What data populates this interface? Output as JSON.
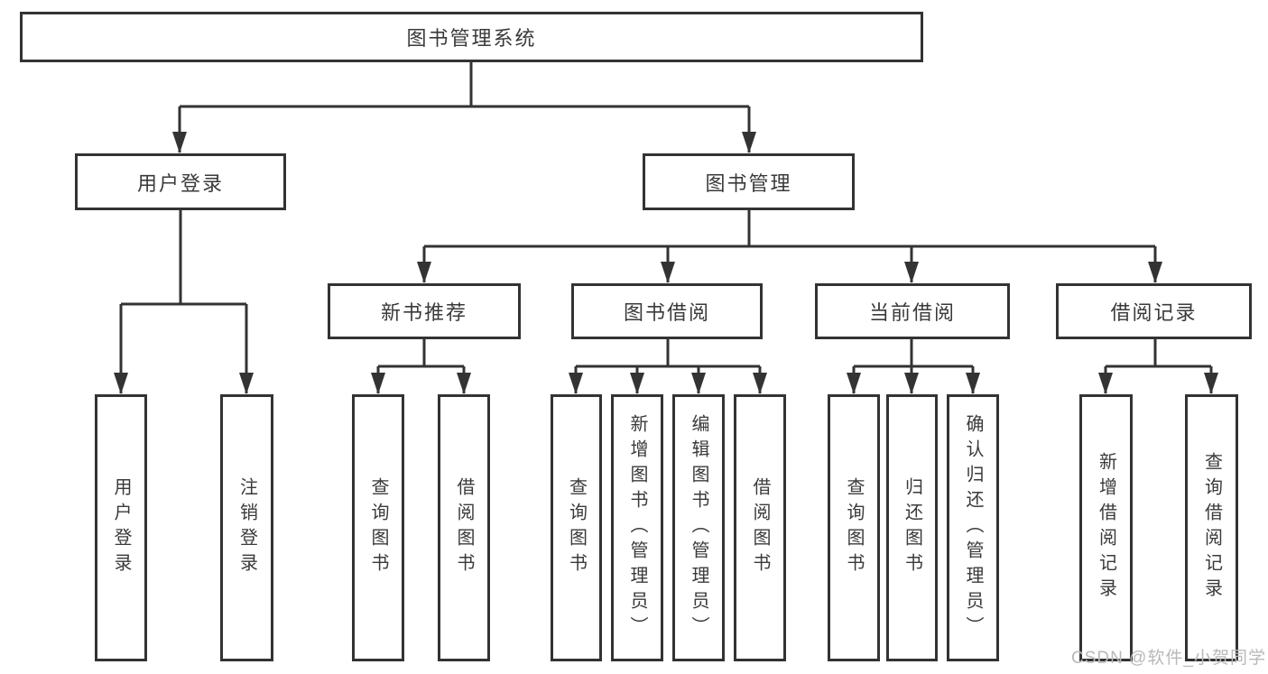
{
  "tree": {
    "label": "图书管理系统",
    "children": [
      {
        "label": "用户登录",
        "children": [
          {
            "label": "用户登录"
          },
          {
            "label": "注销登录"
          }
        ]
      },
      {
        "label": "图书管理",
        "children": [
          {
            "label": "新书推荐",
            "children": [
              {
                "label": "查询图书"
              },
              {
                "label": "借阅图书"
              }
            ]
          },
          {
            "label": "图书借阅",
            "children": [
              {
                "label": "查询图书"
              },
              {
                "label": "新增图书（管理员）"
              },
              {
                "label": "编辑图书（管理员）"
              },
              {
                "label": "借阅图书"
              }
            ]
          },
          {
            "label": "当前借阅",
            "children": [
              {
                "label": "查询图书"
              },
              {
                "label": "归还图书"
              },
              {
                "label": "确认归还（管理员）"
              }
            ]
          },
          {
            "label": "借阅记录",
            "children": [
              {
                "label": "新增借阅记录"
              },
              {
                "label": "查询借阅记录"
              }
            ]
          }
        ]
      }
    ]
  },
  "watermark": {
    "text": "CSDN @软件_小贺同学"
  },
  "colors": {
    "line": "#333333",
    "box_border": "#333333",
    "text": "#3a3a3a",
    "watermark": "#b9b9b9",
    "background": "#ffffff"
  }
}
